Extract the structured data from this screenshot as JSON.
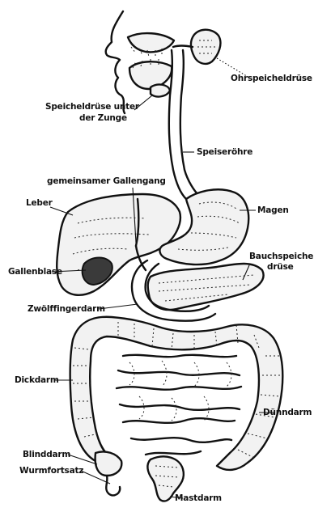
{
  "labels": {
    "ohrspeicheldruese": "Ohrspeicheldrüse",
    "speicheldruese_unter": "Speicheldrüse unter",
    "der_zunge": "der Zunge",
    "speiseroehre": "Speiseröhre",
    "gemeinsamer_gallengang": "gemeinsamer Gallengang",
    "leber": "Leber",
    "magen": "Magen",
    "bauchspeichel": "Bauchspeichel-",
    "druese": "drüse",
    "gallenblase": "Gallenblase",
    "zwoelffingerdarm": "Zwölffingerdarm",
    "dickdarm": "Dickdarm",
    "duenndarm": "Dünndarm",
    "blinddarm": "Blinddarm",
    "wurmfortsatz": "Wurmfortsatz",
    "mastdarm": "Mastdarm"
  }
}
